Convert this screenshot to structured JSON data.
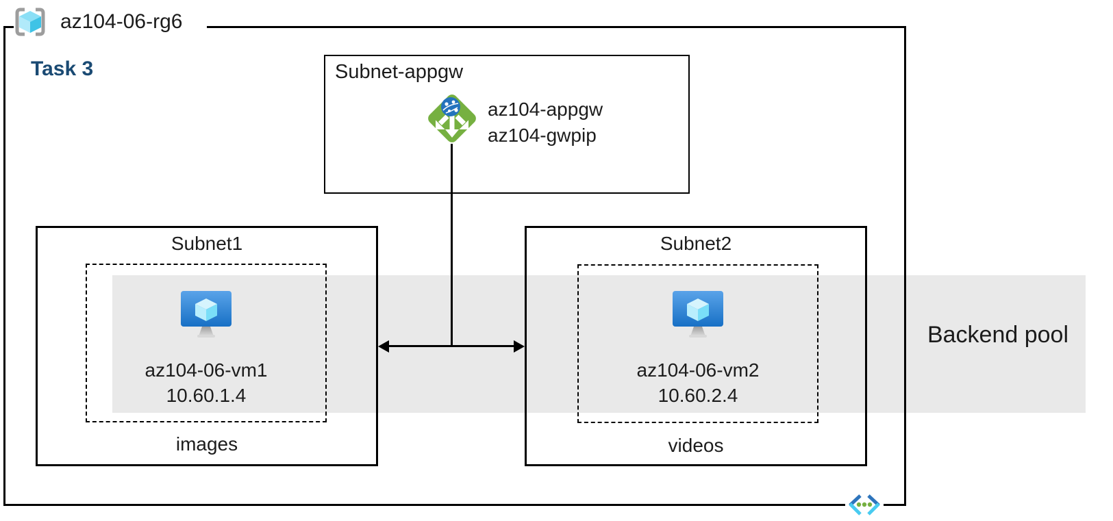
{
  "resource_group": {
    "title": "az104-06-rg6",
    "task_label": "Task 3"
  },
  "appgw_subnet": {
    "label": "Subnet-appgw",
    "gateway_name": "az104-appgw",
    "gateway_pip": "az104-gwpip"
  },
  "subnet1": {
    "label": "Subnet1",
    "vm_name": "az104-06-vm1",
    "vm_ip": "10.60.1.4",
    "caption": "images"
  },
  "subnet2": {
    "label": "Subnet2",
    "vm_name": "az104-06-vm2",
    "vm_ip": "10.60.2.4",
    "caption": "videos"
  },
  "backend_pool": {
    "label": "Backend pool"
  },
  "icons": {
    "resource_group": "resource-group-icon",
    "application_gateway": "application-gateway-icon",
    "virtual_machine": "virtual-machine-icon",
    "virtual_network": "virtual-network-icon"
  },
  "colors": {
    "line": "#000000",
    "text": "#1c1c1c",
    "task": "#1a4a73",
    "band": "#e9e9e9",
    "appgw-green": "#76b041",
    "globe-blue": "#2473bd",
    "vm-top": "#58a1e6",
    "vm-bottom": "#1770c5",
    "cube-cyan": "#4ecdf1",
    "bracket-gray": "#9d9d9d",
    "dot-green": "#76b041",
    "vnet-dark": "#2d74bc",
    "vnet-light": "#49cbf0"
  }
}
